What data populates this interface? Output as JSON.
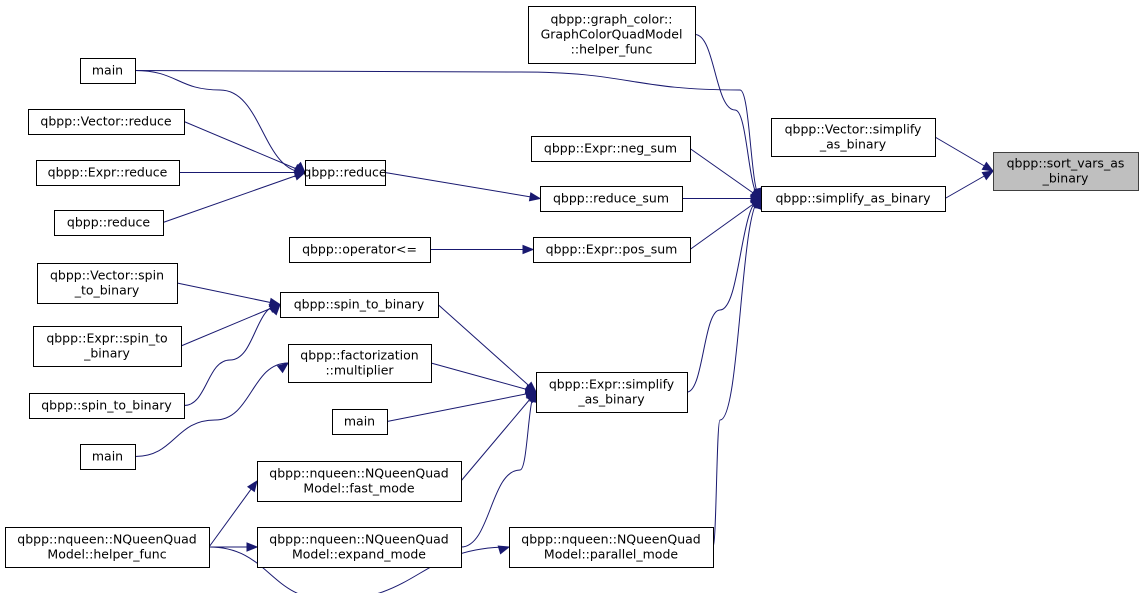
{
  "nodes": [
    {
      "id": "sort_vars",
      "lines": [
        "qbpp::sort_vars_as",
        "_binary"
      ],
      "focus": true
    },
    {
      "id": "vec_simplify",
      "lines": [
        "qbpp::Vector::simplify",
        "_as_binary"
      ]
    },
    {
      "id": "simplify",
      "lines": [
        "qbpp::simplify_as_binary"
      ]
    },
    {
      "id": "helper_gc",
      "lines": [
        "qbpp::graph_color::",
        "GraphColorQuadModel",
        "::helper_func"
      ]
    },
    {
      "id": "main1",
      "lines": [
        "main"
      ]
    },
    {
      "id": "neg_sum",
      "lines": [
        "qbpp::Expr::neg_sum"
      ]
    },
    {
      "id": "reduce_sum",
      "lines": [
        "qbpp::reduce_sum"
      ]
    },
    {
      "id": "pos_sum",
      "lines": [
        "qbpp::Expr::pos_sum"
      ]
    },
    {
      "id": "reduce_c",
      "lines": [
        "qbpp::reduce"
      ]
    },
    {
      "id": "vec_reduce",
      "lines": [
        "qbpp::Vector::reduce"
      ]
    },
    {
      "id": "expr_reduce",
      "lines": [
        "qbpp::Expr::reduce"
      ]
    },
    {
      "id": "reduce_l",
      "lines": [
        "qbpp::reduce"
      ]
    },
    {
      "id": "op_le",
      "lines": [
        "qbpp::operator<="
      ]
    },
    {
      "id": "expr_simplify",
      "lines": [
        "qbpp::Expr::simplify",
        "_as_binary"
      ]
    },
    {
      "id": "s2b_c",
      "lines": [
        "qbpp::spin_to_binary"
      ]
    },
    {
      "id": "vec_s2b",
      "lines": [
        "qbpp::Vector::spin",
        "_to_binary"
      ]
    },
    {
      "id": "expr_s2b",
      "lines": [
        "qbpp::Expr::spin_to",
        "_binary"
      ]
    },
    {
      "id": "s2b_l",
      "lines": [
        "qbpp::spin_to_binary"
      ]
    },
    {
      "id": "fact_mult",
      "lines": [
        "qbpp::factorization",
        "::multiplier"
      ]
    },
    {
      "id": "main2",
      "lines": [
        "main"
      ]
    },
    {
      "id": "main3",
      "lines": [
        "main"
      ]
    },
    {
      "id": "fast_mode",
      "lines": [
        "qbpp::nqueen::NQueenQuad",
        "Model::fast_mode"
      ]
    },
    {
      "id": "expand_mode",
      "lines": [
        "qbpp::nqueen::NQueenQuad",
        "Model::expand_mode"
      ]
    },
    {
      "id": "helper_nq",
      "lines": [
        "qbpp::nqueen::NQueenQuad",
        "Model::helper_func"
      ]
    },
    {
      "id": "parallel_mode",
      "lines": [
        "qbpp::nqueen::NQueenQuad",
        "Model::parallel_mode"
      ]
    }
  ],
  "edges": [
    {
      "from": "vec_simplify",
      "to": "sort_vars"
    },
    {
      "from": "simplify",
      "to": "sort_vars"
    },
    {
      "from": "helper_gc",
      "to": "simplify"
    },
    {
      "from": "main1",
      "to": "simplify"
    },
    {
      "from": "neg_sum",
      "to": "simplify"
    },
    {
      "from": "reduce_sum",
      "to": "simplify"
    },
    {
      "from": "pos_sum",
      "to": "simplify"
    },
    {
      "from": "expr_simplify",
      "to": "simplify"
    },
    {
      "from": "parallel_mode",
      "to": "simplify"
    },
    {
      "from": "reduce_c",
      "to": "reduce_sum"
    },
    {
      "from": "main1",
      "to": "reduce_c"
    },
    {
      "from": "vec_reduce",
      "to": "reduce_c"
    },
    {
      "from": "expr_reduce",
      "to": "reduce_c"
    },
    {
      "from": "reduce_l",
      "to": "reduce_c"
    },
    {
      "from": "op_le",
      "to": "pos_sum"
    },
    {
      "from": "s2b_c",
      "to": "expr_simplify"
    },
    {
      "from": "fact_mult",
      "to": "expr_simplify"
    },
    {
      "from": "main2",
      "to": "expr_simplify"
    },
    {
      "from": "fast_mode",
      "to": "expr_simplify"
    },
    {
      "from": "expand_mode",
      "to": "expr_simplify"
    },
    {
      "from": "vec_s2b",
      "to": "s2b_c"
    },
    {
      "from": "expr_s2b",
      "to": "s2b_c"
    },
    {
      "from": "s2b_l",
      "to": "s2b_c"
    },
    {
      "from": "main3",
      "to": "fact_mult"
    },
    {
      "from": "helper_nq",
      "to": "fast_mode"
    },
    {
      "from": "helper_nq",
      "to": "expand_mode"
    },
    {
      "from": "helper_nq",
      "to": "parallel_mode"
    }
  ]
}
